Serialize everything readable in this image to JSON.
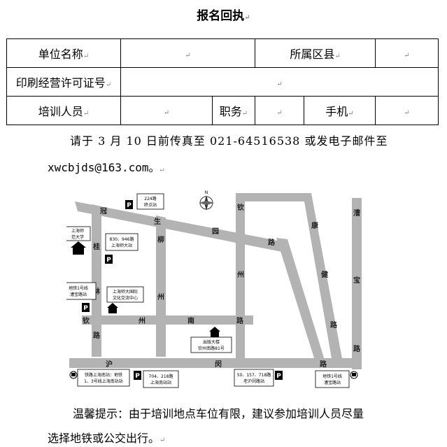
{
  "title": "报名回执",
  "form": {
    "row1": {
      "unit_name_label": "单位名称",
      "district_label": "所属区县"
    },
    "row2": {
      "license_label": "印刷经营许可证号"
    },
    "row3": {
      "trainee_label": "培训人员",
      "position_label": "职务",
      "mobile_label": "手机"
    }
  },
  "notice": {
    "line1": "请于 3 月 10 日前传真至 021-64516538 或发电子邮件至",
    "line2": "xwcbjds@163.com。"
  },
  "map": {
    "compass": "N",
    "roads": {
      "guanshenyuan": [
        "冠",
        "生",
        "园",
        "路"
      ],
      "qin": [
        "钦",
        "州"
      ],
      "guilin": [
        "桂",
        "林",
        "路"
      ],
      "liuzhou": [
        "柳",
        "州"
      ],
      "qinzhou_south": [
        "钦",
        "州",
        "南",
        "路"
      ],
      "hu": [
        "沪",
        "闵",
        "路"
      ],
      "kangjian": [
        "康",
        "健",
        "路"
      ],
      "caobao": [
        "漕",
        "宝",
        "路"
      ]
    },
    "labels": {
      "bus224": [
        "224路",
        "终点站"
      ],
      "shnu": [
        "上海师",
        "范大学"
      ],
      "bus830": [
        "830、946路",
        "上海师大站"
      ],
      "metro1_caobao": [
        "地铁1号线",
        "漕宝路站"
      ],
      "culture_center": [
        "上海师大国际",
        "文化交流中心"
      ],
      "publishing": [
        "出版大楼",
        "钦州南路81号"
      ],
      "metro_south": [
        "铁路上海南站：地铁",
        "1、3号线上海南站站"
      ],
      "bus704": [
        "704、218路",
        "上海南站站"
      ],
      "bus50": [
        "50、157、718路",
        "老沪闵路站"
      ],
      "metro1_caobao2": [
        "地铁1号线",
        "漕宝路站"
      ]
    },
    "parking": "P"
  },
  "tip": {
    "line1": "温馨提示：由于培训地点车位有限，建议参加培训人员尽量",
    "line2": "选择地铁或公交出行。"
  }
}
